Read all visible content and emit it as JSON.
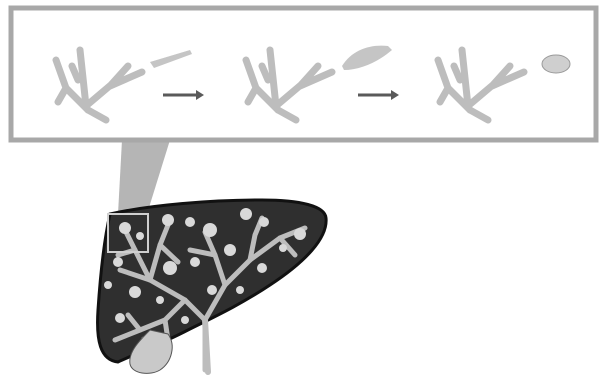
{
  "figure": {
    "description_visible_text": "",
    "colors": {
      "background": "#ffffff",
      "panel_border": "#9a9a9a",
      "panel_fill": "#ffffff",
      "callout_fill": "#b5b5b5",
      "liver_fill": "#2f2f2f",
      "liver_outline": "#111111",
      "duct": "#bdbdbd",
      "cyst": "#d9d9d9",
      "arrow": "#5a5a5a",
      "gallbladder": "#c9c9c9"
    },
    "stages": [
      {
        "name": "duct-with-narrow-dilation"
      },
      {
        "name": "duct-with-fusiform-dilation"
      },
      {
        "name": "duct-with-detached-cyst"
      }
    ],
    "arrows": [
      {
        "from": "stage-1",
        "to": "stage-2"
      },
      {
        "from": "stage-2",
        "to": "stage-3"
      }
    ],
    "icons": {
      "liver": "liver-icon",
      "gallbladder": "gallbladder-icon",
      "bile-duct": "bile-duct-icon",
      "cyst": "cyst-icon",
      "arrow": "right-arrow-icon"
    }
  }
}
